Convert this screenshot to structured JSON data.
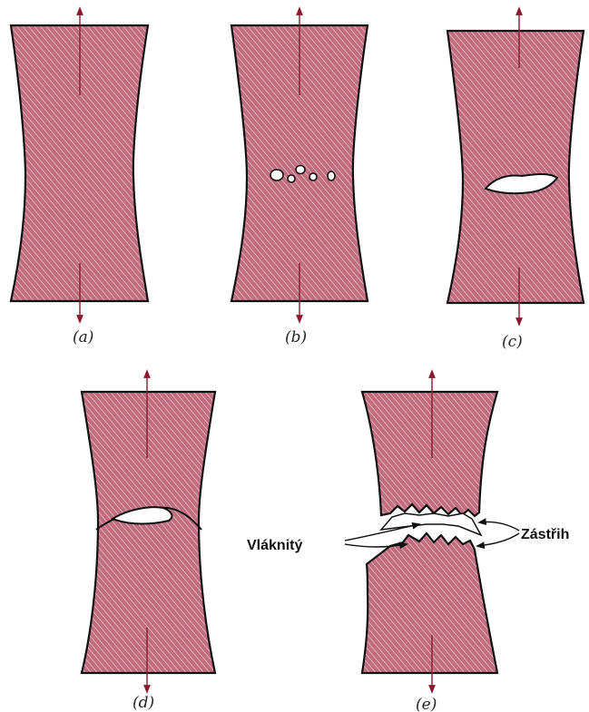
{
  "colors": {
    "material": "#bf6d7f",
    "hatch": "#f0d0d6",
    "outline": "#111111",
    "arrow": "#8c1a2e",
    "cavity": "#ffffff"
  },
  "stages": [
    {
      "id": "a",
      "caption": "(a)"
    },
    {
      "id": "b",
      "caption": "(b)"
    },
    {
      "id": "c",
      "caption": "(c)"
    },
    {
      "id": "d",
      "caption": "(d)"
    },
    {
      "id": "e",
      "caption": "(e)"
    }
  ],
  "labels": {
    "fibrous": "Vláknitý",
    "shear": "Zástřih"
  }
}
